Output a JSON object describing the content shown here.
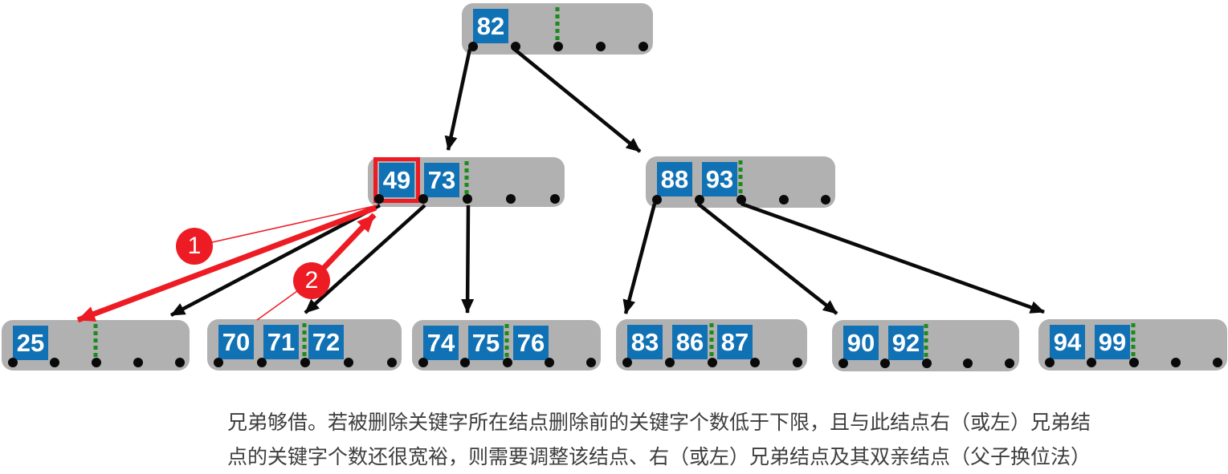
{
  "diagram": {
    "type": "b-tree-deletion-sibling-borrow",
    "nodes": {
      "root": {
        "keys": [
          "82"
        ]
      },
      "internal_left": {
        "keys": [
          "49",
          "73"
        ],
        "highlighted_key": "49"
      },
      "internal_right": {
        "keys": [
          "88",
          "93"
        ]
      },
      "leaf_1": {
        "keys": [
          "25"
        ]
      },
      "leaf_2": {
        "keys": [
          "70",
          "71",
          "72"
        ]
      },
      "leaf_3": {
        "keys": [
          "74",
          "75",
          "76"
        ]
      },
      "leaf_4": {
        "keys": [
          "83",
          "86",
          "87"
        ]
      },
      "leaf_5": {
        "keys": [
          "90",
          "92"
        ]
      },
      "leaf_6": {
        "keys": [
          "94",
          "99"
        ]
      }
    },
    "annotations": {
      "step_1_label": "1",
      "step_2_label": "2"
    },
    "colors": {
      "node_background": "#b1b1b1",
      "key_background": "#1171b5",
      "key_text": "#ffffff",
      "separator_green": "#1c8a1c",
      "highlight_red": "#ed1c24",
      "edge_black": "#0a0a0a",
      "caption_text": "#3d3d3d"
    }
  },
  "caption": {
    "line_1": "兄弟够借。若被删除关键字所在结点删除前的关键字个数低于下限，且与此结点右（或左）兄弟结",
    "line_2": "点的关键字个数还很宽裕，则需要调整该结点、右（或左）兄弟结点及其双亲结点（父子换位法）"
  }
}
